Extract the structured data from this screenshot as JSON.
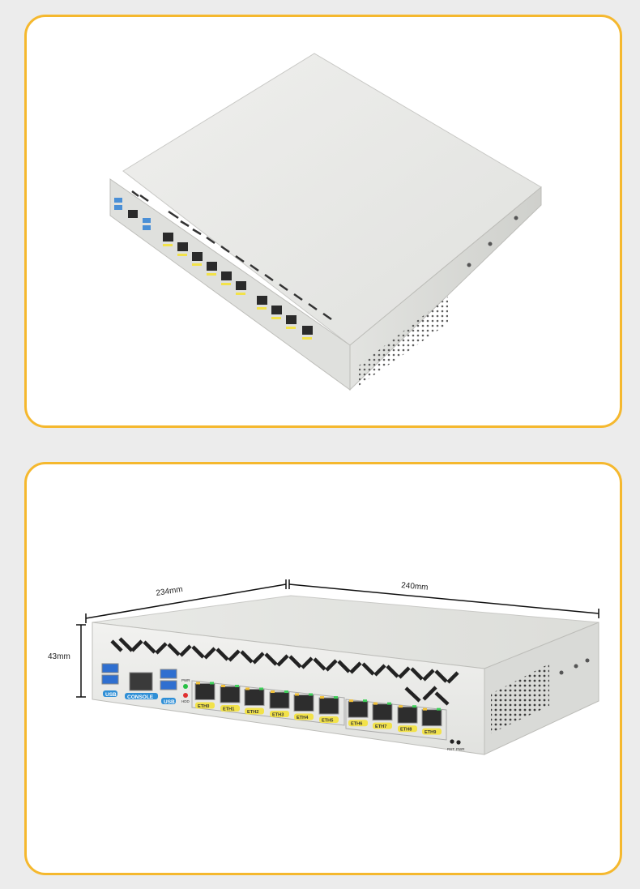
{
  "top_panel": {
    "description": "router-isometric"
  },
  "bottom_panel": {
    "dimensions": {
      "depth": "234mm",
      "width": "240mm",
      "height": "43mm"
    },
    "labels": {
      "usb_left": "USB",
      "console": "CONSOLE",
      "usb_right": "USB",
      "pwr": "PWR",
      "hdd": "HDD",
      "rst": "RST",
      "pwr_button": "PWR"
    },
    "eth_ports": [
      "ETH0",
      "ETH1",
      "ETH2",
      "ETH3",
      "ETH4",
      "ETH5",
      "ETH6",
      "ETH7",
      "ETH8",
      "ETH9"
    ]
  },
  "colors": {
    "frame": "#f5b82e",
    "eth_label": "#f2e24a",
    "usb_label": "#2f8fd6",
    "chassis": "#e6e7e5"
  }
}
